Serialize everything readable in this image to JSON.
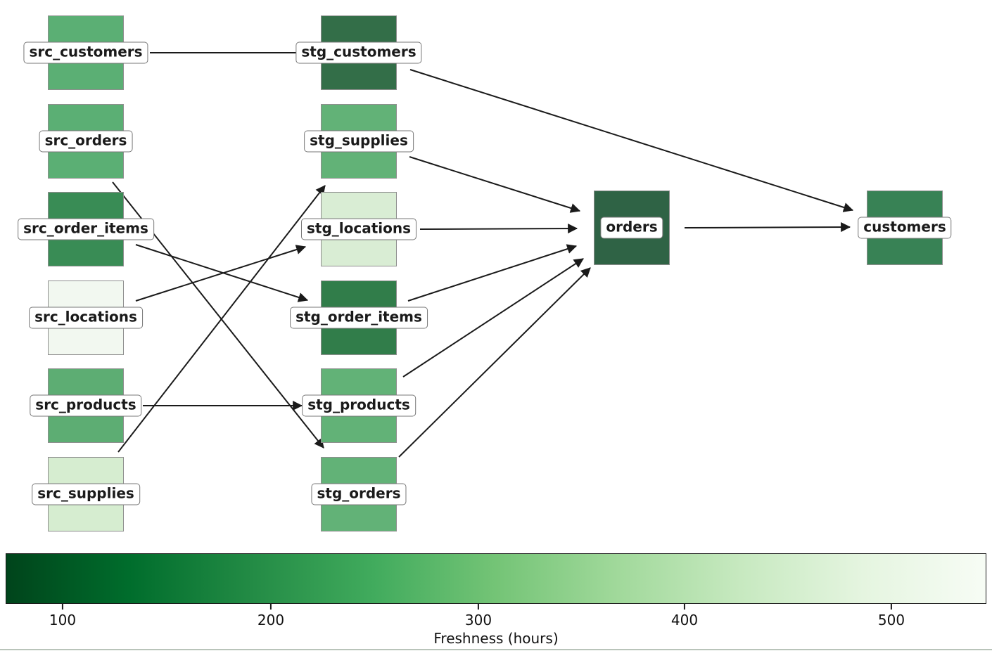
{
  "graph": {
    "nodes": {
      "src_customers": {
        "label": "src_customers",
        "color": "#5BAF74"
      },
      "src_orders": {
        "label": "src_orders",
        "color": "#5BAF74"
      },
      "src_order_items": {
        "label": "src_order_items",
        "color": "#398C55"
      },
      "src_locations": {
        "label": "src_locations",
        "color": "#F2F8F0"
      },
      "src_products": {
        "label": "src_products",
        "color": "#5DAD73"
      },
      "src_supplies": {
        "label": "src_supplies",
        "color": "#D6EDD0"
      },
      "stg_customers": {
        "label": "stg_customers",
        "color": "#336E48"
      },
      "stg_supplies": {
        "label": "stg_supplies",
        "color": "#62B277"
      },
      "stg_locations": {
        "label": "stg_locations",
        "color": "#D9EDD4"
      },
      "stg_order_items": {
        "label": "stg_order_items",
        "color": "#317D4A"
      },
      "stg_products": {
        "label": "stg_products",
        "color": "#62B277"
      },
      "stg_orders": {
        "label": "stg_orders",
        "color": "#62B277"
      },
      "orders": {
        "label": "orders",
        "color": "#2F6345"
      },
      "customers": {
        "label": "customers",
        "color": "#388255"
      }
    },
    "edges": [
      {
        "from": "src_customers",
        "to": "stg_customers"
      },
      {
        "from": "src_orders",
        "to": "stg_orders"
      },
      {
        "from": "src_order_items",
        "to": "stg_order_items"
      },
      {
        "from": "src_locations",
        "to": "stg_locations"
      },
      {
        "from": "src_products",
        "to": "stg_products"
      },
      {
        "from": "src_supplies",
        "to": "stg_supplies"
      },
      {
        "from": "stg_customers",
        "to": "customers"
      },
      {
        "from": "stg_supplies",
        "to": "orders"
      },
      {
        "from": "stg_locations",
        "to": "orders"
      },
      {
        "from": "stg_order_items",
        "to": "orders"
      },
      {
        "from": "stg_products",
        "to": "orders"
      },
      {
        "from": "stg_orders",
        "to": "orders"
      },
      {
        "from": "orders",
        "to": "customers"
      }
    ],
    "edge_color": "#1a1a1a"
  },
  "colorbar": {
    "label": "Freshness (hours)",
    "ticks": [
      "100",
      "200",
      "300",
      "400",
      "500"
    ],
    "gradient": [
      "#00441B",
      "#006D2C",
      "#238B45",
      "#41AB5D",
      "#74C476",
      "#A1D99B",
      "#C7E9C0",
      "#E5F5E0",
      "#F7FCF5"
    ]
  }
}
